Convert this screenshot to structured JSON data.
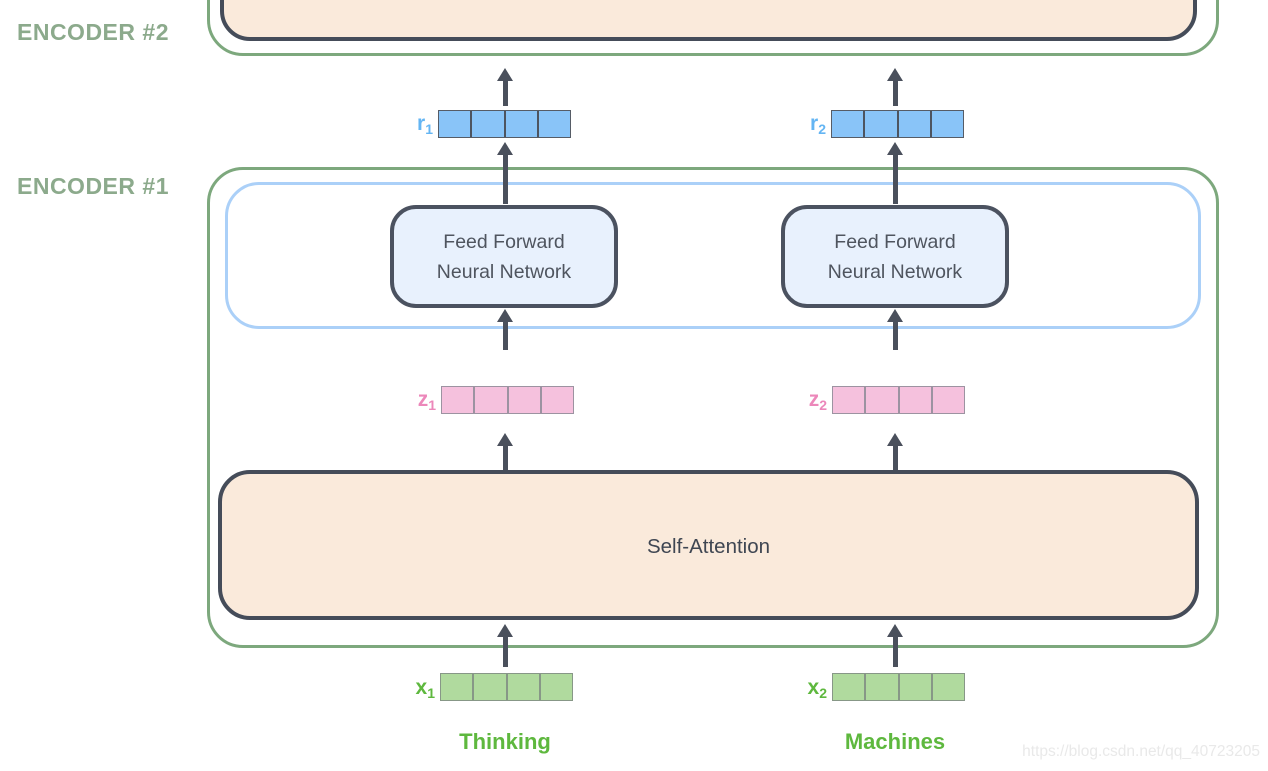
{
  "labels": {
    "encoder2": "ENCODER #2",
    "encoder1": "ENCODER #1",
    "ffnn_line1": "Feed Forward",
    "ffnn_line2": "Neural Network",
    "self_attention": "Self-Attention"
  },
  "vectors": {
    "r1": {
      "letter": "r",
      "sub": "1"
    },
    "r2": {
      "letter": "r",
      "sub": "2"
    },
    "z1": {
      "letter": "z",
      "sub": "1"
    },
    "z2": {
      "letter": "z",
      "sub": "2"
    },
    "x1": {
      "letter": "x",
      "sub": "1"
    },
    "x2": {
      "letter": "x",
      "sub": "2"
    }
  },
  "words": {
    "token1": "Thinking",
    "token2": "Machines"
  },
  "watermark": "https://blog.csdn.net/qq_40723205",
  "colors": {
    "encoder_border_green": "#7DA87D",
    "encoder_label_green": "#8CAA8C",
    "ffnn_layer_border_blue": "#ABD0F8",
    "ffnn_fill_blue": "#E8F1FD",
    "dark_box_border": "#454C59",
    "attention_fill_peach": "#FAEADB",
    "arrow_dark": "#4A505C",
    "r_vector_blue": "#89C4F8",
    "r_label_blue": "#64B5F3",
    "z_vector_pink": "#F5C1DD",
    "z_label_pink": "#EC87BA",
    "x_vector_green": "#B0DA9E",
    "word_label_green": "#5EB83E",
    "watermark_gray": "#E9E9E9"
  }
}
